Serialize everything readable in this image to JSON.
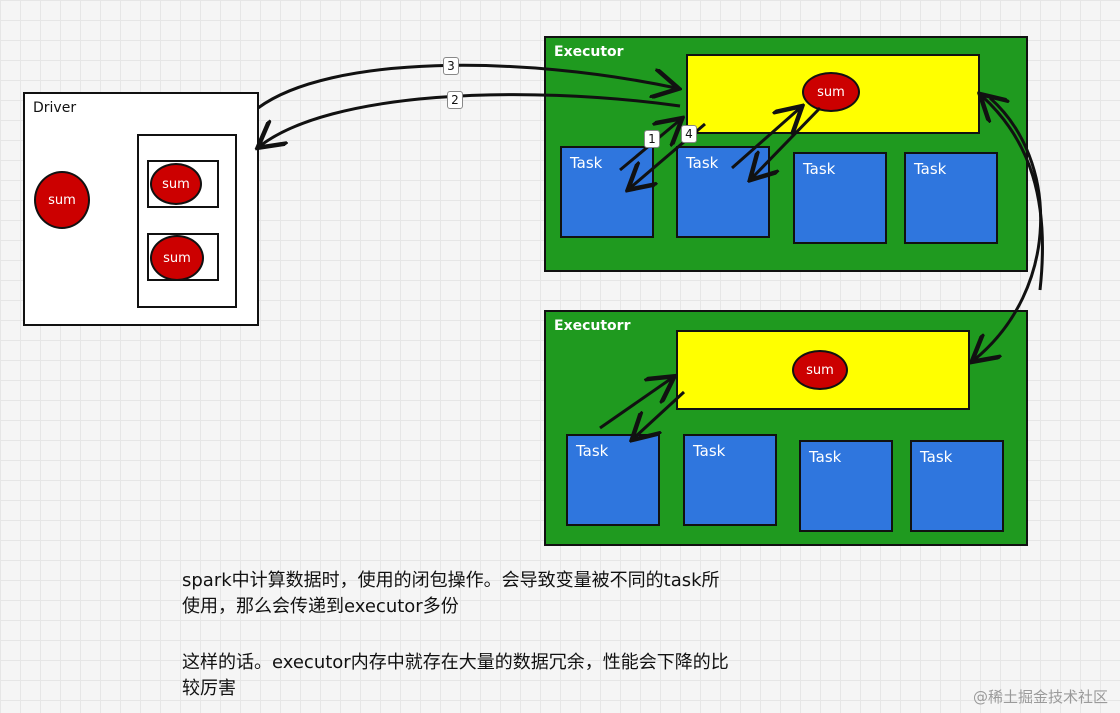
{
  "driver": {
    "label": "Driver",
    "sum_label": "sum",
    "slots": [
      {
        "sum_label": "sum"
      },
      {
        "sum_label": "sum"
      }
    ]
  },
  "executors": [
    {
      "label": "Executor",
      "sum_label": "sum",
      "tasks": [
        "Task",
        "Task",
        "Task",
        "Task"
      ]
    },
    {
      "label": "Executorr",
      "sum_label": "sum",
      "tasks": [
        "Task",
        "Task",
        "Task",
        "Task"
      ]
    }
  ],
  "arrow_labels": [
    "3",
    "2",
    "1",
    "4"
  ],
  "notes": [
    "spark中计算数据时，使用的闭包操作。会导致变量被不同的task所",
    "使用，那么会传递到executor多份",
    "这样的话。executor内存中就存在大量的数据冗余，性能会下降的比",
    "较厉害"
  ],
  "watermark": "@稀土掘金技术社区",
  "colors": {
    "executor": "#1f9a1f",
    "cache": "#ffff00",
    "task": "#2f76de",
    "sum": "#cc0000"
  }
}
